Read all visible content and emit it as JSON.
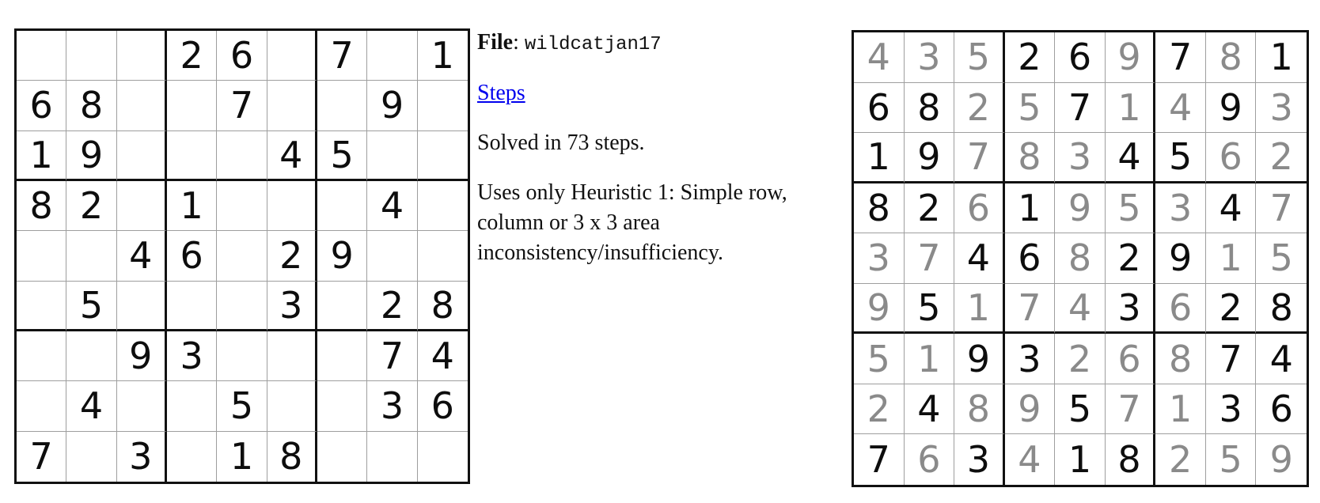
{
  "info": {
    "file_label": "File",
    "file_name": "wildcatjan17",
    "steps_link": "Steps",
    "solved_text": "Solved in 73 steps.",
    "heuristic_text": "Uses only Heuristic 1: Simple row, column or 3 x 3 area inconsistency/insufficiency."
  },
  "puzzle": [
    [
      "",
      "",
      "",
      "2",
      "6",
      "",
      "7",
      "",
      "1"
    ],
    [
      "6",
      "8",
      "",
      "",
      "7",
      "",
      "",
      "9",
      ""
    ],
    [
      "1",
      "9",
      "",
      "",
      "",
      "4",
      "5",
      "",
      ""
    ],
    [
      "8",
      "2",
      "",
      "1",
      "",
      "",
      "",
      "4",
      ""
    ],
    [
      "",
      "",
      "4",
      "6",
      "",
      "2",
      "9",
      "",
      ""
    ],
    [
      "",
      "5",
      "",
      "",
      "",
      "3",
      "",
      "2",
      "8"
    ],
    [
      "",
      "",
      "9",
      "3",
      "",
      "",
      "",
      "7",
      "4"
    ],
    [
      "",
      "4",
      "",
      "",
      "5",
      "",
      "",
      "3",
      "6"
    ],
    [
      "7",
      "",
      "3",
      "",
      "1",
      "8",
      "",
      "",
      ""
    ]
  ],
  "solution": [
    [
      "4",
      "3",
      "5",
      "2",
      "6",
      "9",
      "7",
      "8",
      "1"
    ],
    [
      "6",
      "8",
      "2",
      "5",
      "7",
      "1",
      "4",
      "9",
      "3"
    ],
    [
      "1",
      "9",
      "7",
      "8",
      "3",
      "4",
      "5",
      "6",
      "2"
    ],
    [
      "8",
      "2",
      "6",
      "1",
      "9",
      "5",
      "3",
      "4",
      "7"
    ],
    [
      "3",
      "7",
      "4",
      "6",
      "8",
      "2",
      "9",
      "1",
      "5"
    ],
    [
      "9",
      "5",
      "1",
      "7",
      "4",
      "3",
      "6",
      "2",
      "8"
    ],
    [
      "5",
      "1",
      "9",
      "3",
      "2",
      "6",
      "8",
      "7",
      "4"
    ],
    [
      "2",
      "4",
      "8",
      "9",
      "5",
      "7",
      "1",
      "3",
      "6"
    ],
    [
      "7",
      "6",
      "3",
      "4",
      "1",
      "8",
      "2",
      "5",
      "9"
    ]
  ],
  "colors": {
    "given_digit": "#0d0d0d",
    "derived_digit": "#8a8a8a",
    "link": "#0000ee"
  }
}
